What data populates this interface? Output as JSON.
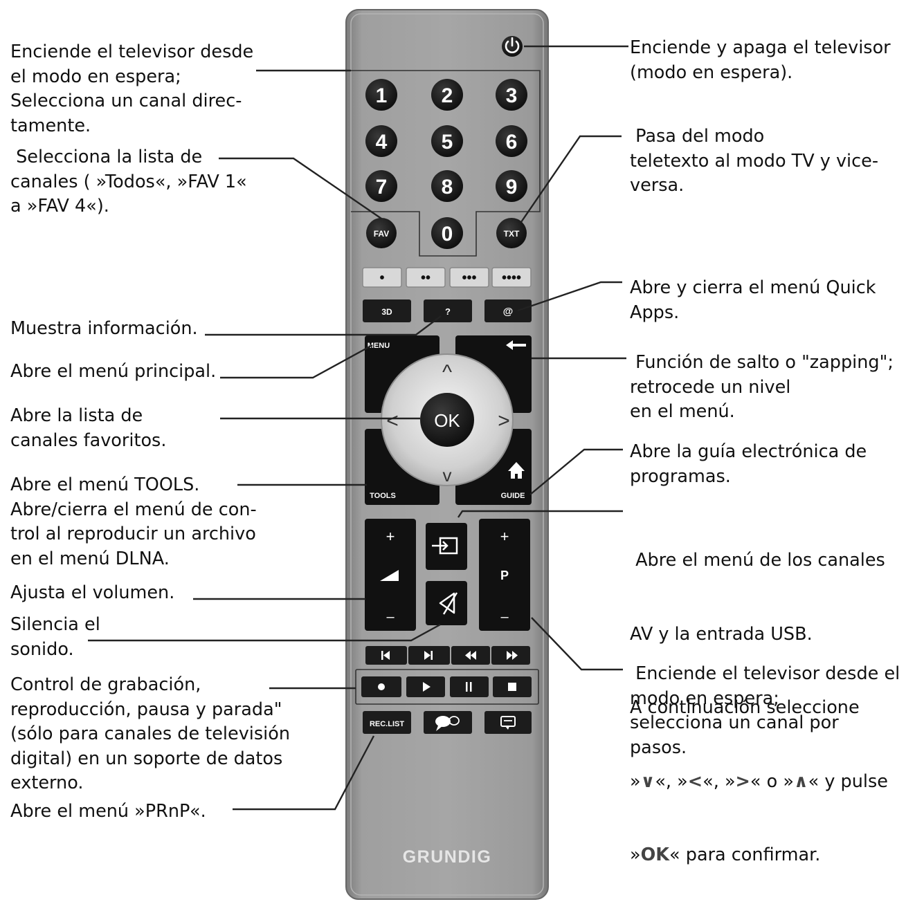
{
  "brand": "GRUNDIG",
  "annotations": {
    "standby_on": "Enciende el televisor desde\nel modo en espera;\nSelecciona un canal direc-\ntamente.",
    "channel_list": " Selecciona la lista de\ncanales ( »Todos«, »FAV 1«\na »FAV 4«).",
    "info": "Muestra información.",
    "main_menu": "Abre el menú principal.",
    "favorites": "Abre la lista de\ncanales favoritos.",
    "tools": "Abre el menú TOOLS.\nAbre/cierra el menú de con-\ntrol al reproducir un archivo\nen el menú DLNA.",
    "volume": "Ajusta el volumen.",
    "mute": "Silencia el\nsonido.",
    "recording": "Control de grabación,\nreproducción, pausa y parada\"\n(sólo para canales de televisión\ndigital) en un soporte de datos\nexterno.",
    "prnp": "Abre el menú »PRnP«.",
    "power": "Enciende y apaga el televisor\n(modo en espera).",
    "teletext": " Pasa del modo\nteletexto al modo TV y vice-\nversa.",
    "quick_apps": "Abre y cierra el menú Quick\nApps.",
    "zapping": " Función de salto o \"zapping\";\nretrocede un nivel\nen el menú.",
    "guide": "Abre la guía electrónica de\nprogramas.",
    "av_line1": " Abre el menú de los canales",
    "av_line2": "AV y la entrada USB.",
    "av_line3": "A continuación seleccione",
    "av_line4_a": "»",
    "av_line4_down": "∨",
    "av_line4_b": "«, »",
    "av_line4_left": "<",
    "av_line4_c": "«, »",
    "av_line4_right": ">",
    "av_line4_d": "« o »",
    "av_line4_up": "∧",
    "av_line4_e": "« y pulse",
    "av_line5_a": "»",
    "av_line5_ok": "OK",
    "av_line5_b": "« para confirmar.",
    "step_channel": " Enciende el televisor desde el\nmodo en espera;\nselecciona un canal por\npasos."
  },
  "remote": {
    "digits": [
      "1",
      "2",
      "3",
      "4",
      "5",
      "6",
      "7",
      "8",
      "9",
      "0"
    ],
    "fav": "FAV",
    "txt": "TXT",
    "btn_3d": "3D",
    "btn_info": "?",
    "btn_quick": "@",
    "menu": "MENU",
    "tools": "TOOLS",
    "guide": "GUIDE",
    "ok": "OK",
    "up": "^",
    "down": "v",
    "left": "<",
    "right": ">",
    "back": "←",
    "vol_plus": "+",
    "vol_minus": "–",
    "prog_plus": "+",
    "prog_p": "P",
    "prog_minus": "–",
    "reclist": "REC.LIST",
    "color_dots": [
      "•",
      "••",
      "•••",
      "••••"
    ]
  },
  "colors": {
    "body": "#9a9a9a",
    "button": "#1c1c1c",
    "ring": "#d2d2d2",
    "line": "#222222",
    "brand": "#e6e6e6"
  }
}
